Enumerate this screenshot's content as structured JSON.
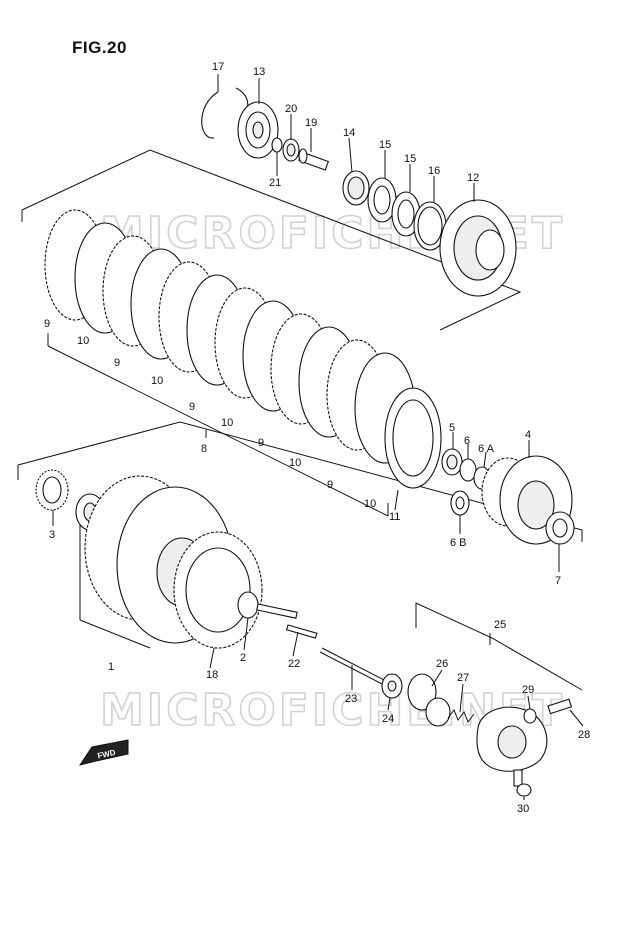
{
  "figure": {
    "title": "FIG.20"
  },
  "watermark": {
    "text": "MICROFICHE.NET"
  },
  "fwd_badge": {
    "label": "FWD"
  },
  "callouts": [
    "17",
    "13",
    "20",
    "19",
    "21",
    "14",
    "15",
    "15",
    "16",
    "12",
    "9",
    "10",
    "9",
    "10",
    "9",
    "10",
    "9",
    "10",
    "9",
    "10",
    "11",
    "8",
    "5",
    "6",
    "6 A",
    "4",
    "6 B",
    "7",
    "3",
    "1",
    "18",
    "2",
    "22",
    "23",
    "24",
    "25",
    "26",
    "27",
    "29",
    "28",
    "30"
  ],
  "colors": {
    "line": "#111111",
    "watermark": "#d2d2d2",
    "background": "#ffffff"
  }
}
